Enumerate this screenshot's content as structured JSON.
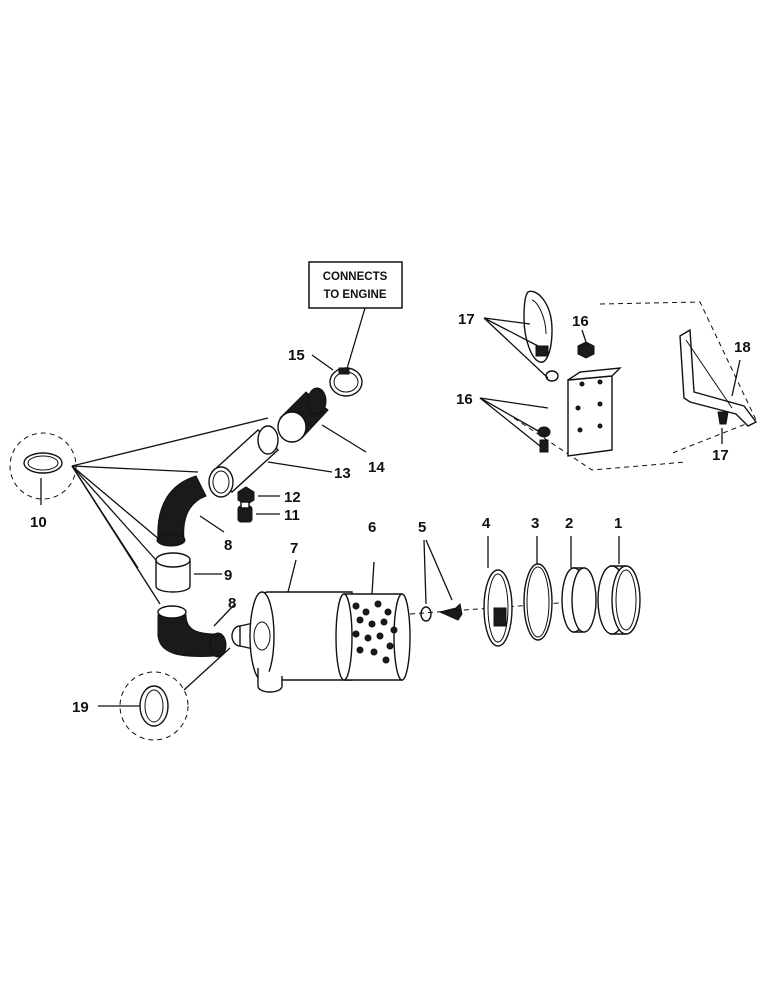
{
  "note_box": {
    "line1": "CONNECTS",
    "line2": "TO ENGINE"
  },
  "callouts": {
    "c1": "1",
    "c2": "2",
    "c3": "3",
    "c4": "4",
    "c5": "5",
    "c6": "6",
    "c7": "7",
    "c8a": "8",
    "c8b": "8",
    "c9": "9",
    "c10": "10",
    "c11": "11",
    "c12": "12",
    "c13": "13",
    "c14": "14",
    "c15": "15",
    "c16a": "16",
    "c16b": "16",
    "c17a": "17",
    "c17b": "17",
    "c18": "18",
    "c19": "19"
  }
}
